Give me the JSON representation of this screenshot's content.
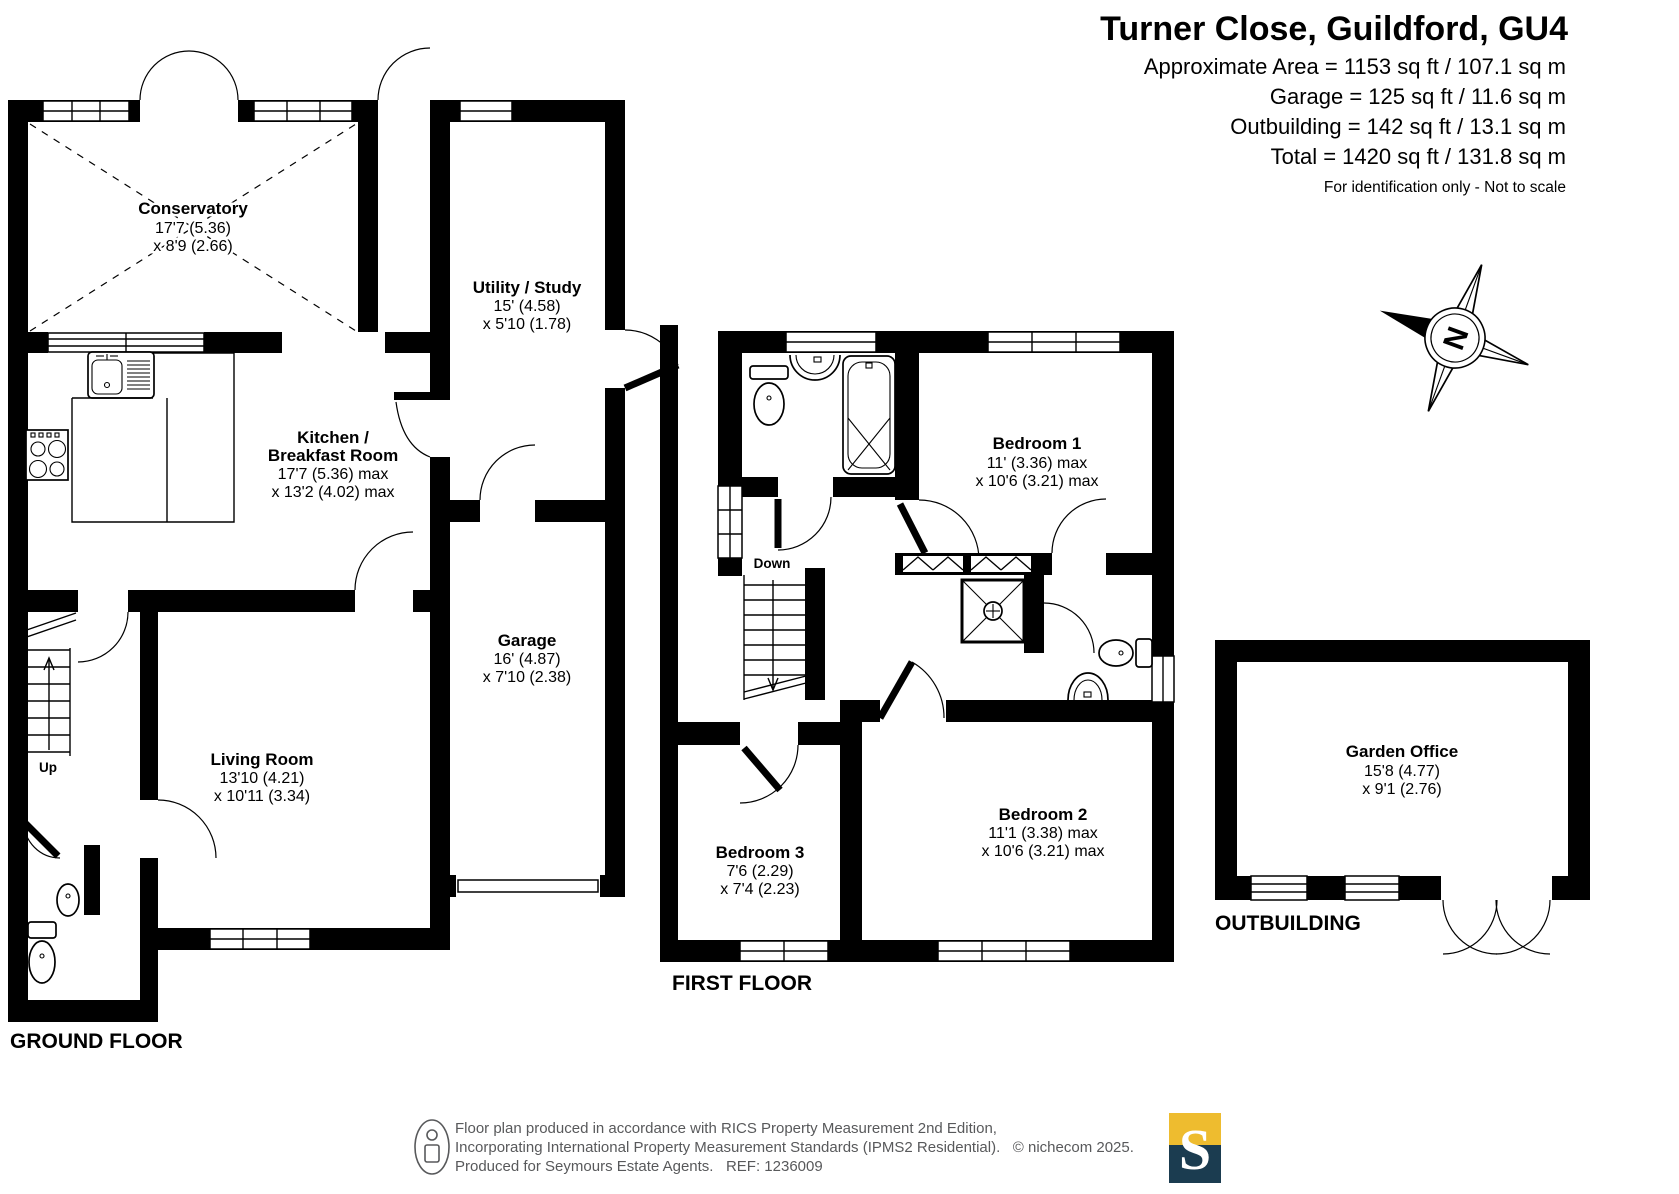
{
  "header": {
    "title": "Turner Close, Guildford, GU4",
    "area_lines": [
      "Approximate Area = 1153 sq ft / 107.1 sq m",
      "Garage = 125 sq ft / 11.6 sq m",
      "Outbuilding = 142 sq ft / 13.1 sq m",
      "Total = 1420 sq ft / 131.8 sq m"
    ],
    "disclaimer": "For identification only - Not to scale"
  },
  "compass": {
    "north_label": "N"
  },
  "ground_floor": {
    "title": "GROUND FLOOR",
    "stairs": "Up",
    "conservatory": {
      "name": "Conservatory",
      "d1": "17'7 (5.36)",
      "d2": "x 8'9 (2.66)"
    },
    "utility": {
      "name": "Utility / Study",
      "d1": "15' (4.58)",
      "d2": "x 5'10 (1.78)"
    },
    "kitchen": {
      "name1": "Kitchen /",
      "name2": "Breakfast Room",
      "d1": "17'7 (5.36) max",
      "d2": "x 13'2 (4.02) max"
    },
    "living_room": {
      "name": "Living Room",
      "d1": "13'10 (4.21)",
      "d2": "x 10'11 (3.34)"
    },
    "garage": {
      "name": "Garage",
      "d1": "16' (4.87)",
      "d2": "x 7'10 (2.38)"
    }
  },
  "first_floor": {
    "title": "FIRST FLOOR",
    "stairs": "Down",
    "bedroom1": {
      "name": "Bedroom 1",
      "d1": "11' (3.36) max",
      "d2": "x 10'6 (3.21) max"
    },
    "bedroom2": {
      "name": "Bedroom 2",
      "d1": "11'1 (3.38) max",
      "d2": "x 10'6 (3.21) max"
    },
    "bedroom3": {
      "name": "Bedroom 3",
      "d1": "7'6 (2.29)",
      "d2": "x 7'4 (2.23)"
    }
  },
  "outbuilding": {
    "title": "OUTBUILDING",
    "garden_office": {
      "name": "Garden Office",
      "d1": "15'8 (4.77)",
      "d2": "x 9'1 (2.76)"
    }
  },
  "footer": {
    "line1": "Floor plan produced in accordance with RICS Property Measurement 2nd Edition,",
    "line2": "Incorporating International Property Measurement Standards (IPMS2 Residential).   © nichecom 2025.",
    "line3": "Produced for Seymours Estate Agents.   REF: 1236009",
    "logo_letter": "S"
  },
  "colors": {
    "plan_ink": "#000000",
    "footer_text": "#58595b",
    "logo_gold": "#eebc2f",
    "logo_navy": "#1b3c50"
  }
}
